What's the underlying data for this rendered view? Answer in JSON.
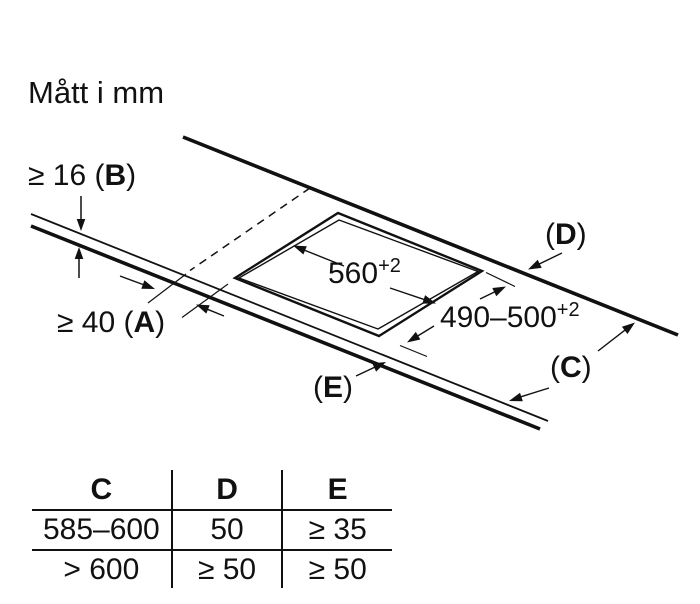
{
  "title": "Mått i mm",
  "colors": {
    "ink": "#111111",
    "background": "#ffffff"
  },
  "labels": {
    "b": {
      "pre": "≥ 16 (",
      "letter": "B",
      "post": ")"
    },
    "a": {
      "pre": "≥ 40 (",
      "letter": "A",
      "post": ")"
    },
    "d": {
      "pre": "(",
      "letter": "D",
      "post": ")"
    },
    "c": {
      "pre": "(",
      "letter": "C",
      "post": ")"
    },
    "e": {
      "pre": "(",
      "letter": "E",
      "post": ")"
    }
  },
  "dimensions": {
    "width": {
      "value": "560",
      "tolerance": "+2"
    },
    "depth": {
      "value": "490–500",
      "tolerance": "+2"
    }
  },
  "table": {
    "headers": [
      "C",
      "D",
      "E"
    ],
    "rows": [
      [
        "585–600",
        "50",
        "≥ 35"
      ],
      [
        "> 600",
        "≥ 50",
        "≥ 50"
      ]
    ]
  }
}
